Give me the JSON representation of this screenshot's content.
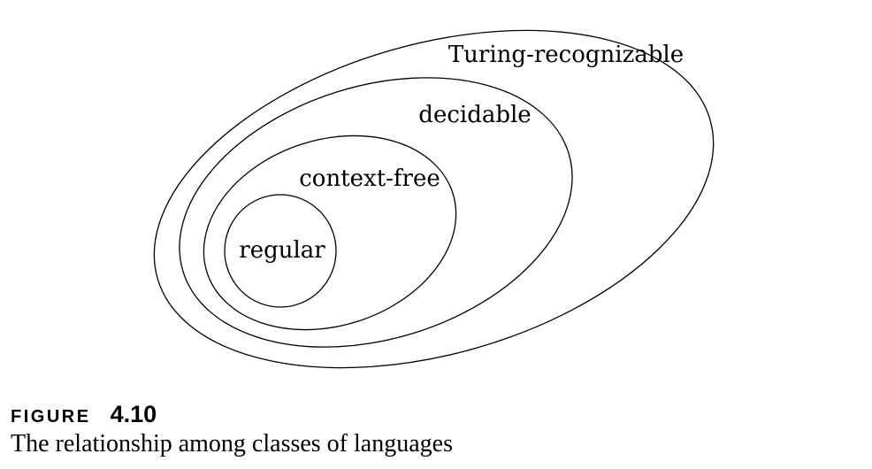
{
  "diagram": {
    "sets": [
      {
        "id": "turing_recognizable",
        "label": "Turing-recognizable"
      },
      {
        "id": "decidable",
        "label": "decidable"
      },
      {
        "id": "context_free",
        "label": "context-free"
      },
      {
        "id": "regular",
        "label": "regular"
      }
    ]
  },
  "caption": {
    "figure_word": "FIGURE",
    "figure_number": "4.10",
    "text": "The relationship among classes of languages"
  }
}
